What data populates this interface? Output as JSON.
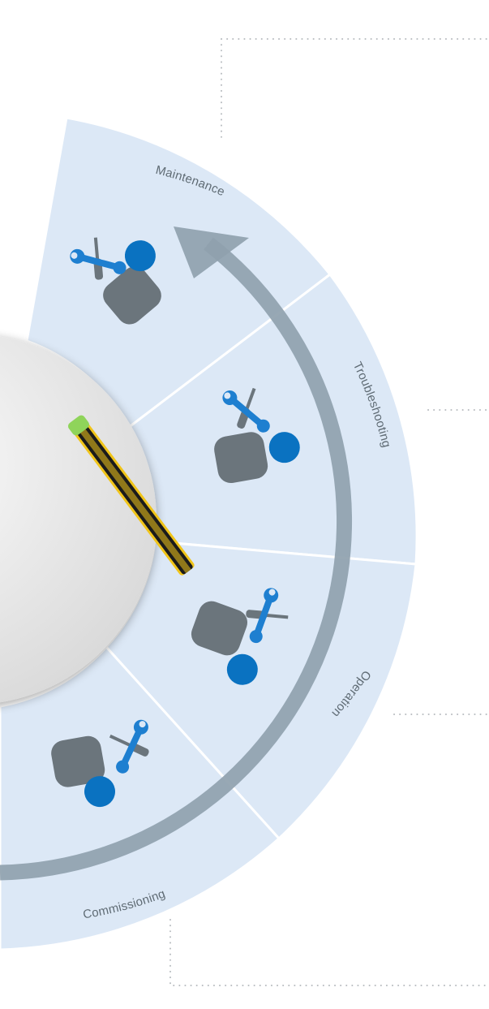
{
  "diagram": {
    "phases": [
      {
        "id": "maintenance",
        "label": "Maintenance"
      },
      {
        "id": "troubleshooting",
        "label": "Troubleshooting"
      },
      {
        "id": "operation",
        "label": "Operation"
      },
      {
        "id": "commissioning",
        "label": "Commissioning"
      }
    ],
    "colors": {
      "segment_fill": "#dce8f6",
      "segment_divider": "#ffffff",
      "arrow": "#8fa1ae",
      "figure_gray": "#6b757c",
      "figure_blue": "#0a72c1",
      "tool_blue": "#1e7fd0",
      "dotted_line": "#b8bcc0",
      "hub_fill": "#e6e6e6",
      "pencil_body": "#f0c419",
      "pencil_cap": "#8fd45a"
    },
    "icons": [
      "person-icon",
      "wrench-icon",
      "screwdriver-icon",
      "cycle-arrow-icon",
      "sensor-device-icon"
    ]
  }
}
